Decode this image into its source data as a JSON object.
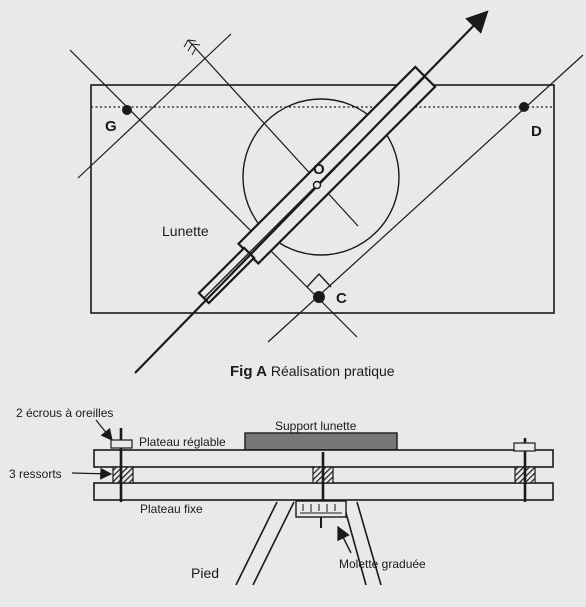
{
  "fig_a": {
    "points": {
      "g": "G",
      "d": "D",
      "o": "O",
      "c": "C"
    },
    "lunette": "Lunette",
    "caption_bold": "Fig A",
    "caption_rest": " Réalisation pratique"
  },
  "fig_b": {
    "ecrous": "2 écrous à oreilles",
    "plateau_reglable": "Plateau réglable",
    "support_lunette": "Support lunette",
    "ressorts": "3 ressorts",
    "plateau_fixe": "Plateau fixe",
    "pied": "Pied",
    "molette": "Molette graduée"
  },
  "colors": {
    "ink": "#1a1a1a",
    "paper": "#e9e9e9",
    "support_fill": "#777777"
  }
}
